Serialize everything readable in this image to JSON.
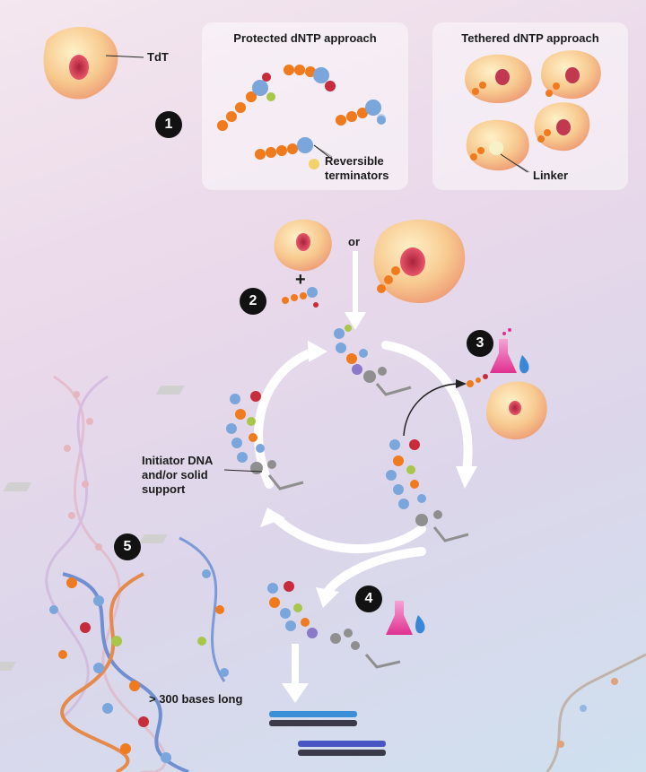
{
  "labels": {
    "tdt": "TdT",
    "protected_title": "Protected dNTP approach",
    "tethered_title": "Tethered dNTP approach",
    "reversible_terminators": "Reversible\nterminators",
    "linker": "Linker",
    "or": "or",
    "initiator": "Initiator DNA\nand/or solid\nsupport",
    "bases_long": "> 300 bases long"
  },
  "steps": [
    "1",
    "2",
    "3",
    "4",
    "5"
  ],
  "colors": {
    "enzyme": "#f6c78e",
    "nucleotide_chain": "#f07a1e",
    "base_blue": "#7aa6dc",
    "terminator_red": "#c62c3b",
    "terminator_green": "#a7c64a",
    "cycle_arrow": "#ffffff",
    "strand_blue": "#3b8fd8",
    "strand_purple": "#4a55c4"
  }
}
